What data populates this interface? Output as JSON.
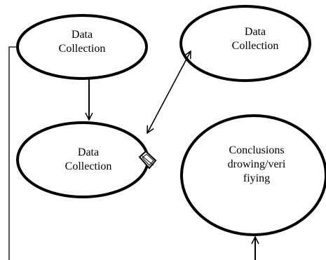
{
  "diagram": {
    "nodes": [
      {
        "id": "top-left",
        "lines": [
          "Data",
          "Collection"
        ]
      },
      {
        "id": "top-right",
        "lines": [
          "Data",
          "Collection"
        ]
      },
      {
        "id": "middle-left",
        "lines": [
          "Data",
          "Collection"
        ]
      },
      {
        "id": "right",
        "lines": [
          "Conclusions",
          "drowing/veri",
          "fiying"
        ]
      }
    ],
    "edges": [
      {
        "from": "top-left",
        "to": "middle-left",
        "style": "arrow"
      },
      {
        "from": "middle-left",
        "to": "top-right",
        "style": "double-arrow"
      },
      {
        "from": "bottom",
        "to": "right",
        "style": "arrow"
      },
      {
        "from": "top-left",
        "to": "bottom",
        "style": "line"
      }
    ],
    "colors": {
      "stroke": "#000000",
      "fill": "#ffffff",
      "text": "#000000"
    }
  }
}
